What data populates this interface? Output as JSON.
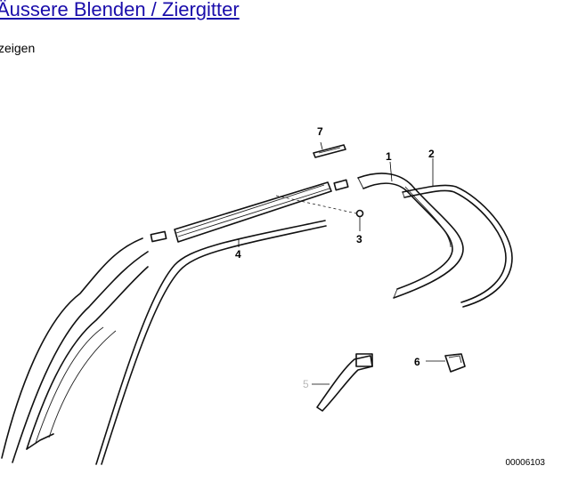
{
  "header": {
    "title": "Äussere Blenden / Ziergitter",
    "subtitle": "zeigen"
  },
  "diagram": {
    "callouts": [
      {
        "id": "1",
        "label": "1"
      },
      {
        "id": "2",
        "label": "2"
      },
      {
        "id": "3",
        "label": "3"
      },
      {
        "id": "4",
        "label": "4"
      },
      {
        "id": "5",
        "label": "5"
      },
      {
        "id": "6",
        "label": "6"
      },
      {
        "id": "7",
        "label": "7"
      }
    ],
    "drawing_code": "00006103"
  },
  "colors": {
    "link": "#1a0dab",
    "ink": "#111111",
    "faded_label": "#b8b8b8",
    "background": "#ffffff"
  }
}
